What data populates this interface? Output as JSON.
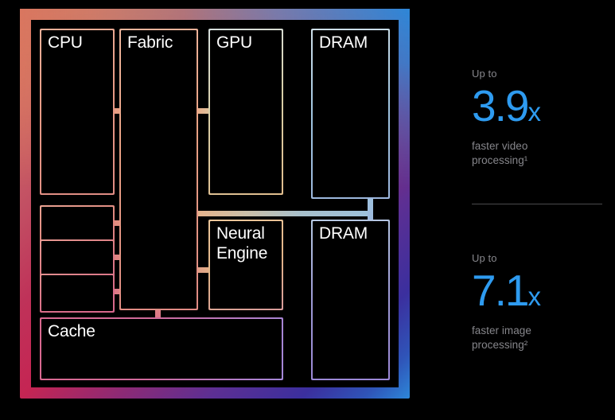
{
  "background_color": "#000000",
  "diagram": {
    "name": "system-on-chip-block-diagram",
    "package_gradient": {
      "top_left": "#d9765f",
      "top_right": "#2d87d8",
      "bottom_left": "#c52553",
      "bottom_right": "#3b2f9e"
    },
    "blocks": [
      {
        "id": "cpu",
        "label": "CPU",
        "border_color": "#e79a85"
      },
      {
        "id": "fabric",
        "label": "Fabric",
        "border_color": "#e9a184"
      },
      {
        "id": "gpu",
        "label": "GPU",
        "border_color": "#d8cfa8"
      },
      {
        "id": "dram-top",
        "label": "DRAM",
        "border_color": "#9fc4e0"
      },
      {
        "id": "cpu-core-1",
        "label": "",
        "border_color": "#e0887f"
      },
      {
        "id": "cpu-core-2",
        "label": "",
        "border_color": "#dd7b84"
      },
      {
        "id": "cpu-core-3",
        "label": "",
        "border_color": "#da6f88"
      },
      {
        "id": "neural-engine",
        "label": "Neural\nEngine",
        "border_color": "#e2b488"
      },
      {
        "id": "dram-bottom",
        "label": "DRAM",
        "border_color": "#9d9ad6"
      },
      {
        "id": "cache",
        "label": "Cache",
        "border_color": "#d9698f"
      }
    ]
  },
  "stats": [
    {
      "id": "video-processing",
      "prefix": "Up to",
      "value": "3.9",
      "suffix": "x",
      "caption": "faster video\nprocessing¹",
      "color": "#2e9bf0"
    },
    {
      "id": "image-processing",
      "prefix": "Up to",
      "value": "7.1",
      "suffix": "x",
      "caption": "faster image\nprocessing²",
      "color": "#2e9bf0"
    }
  ],
  "divider_color": "#4a4a4d",
  "muted_text_color": "#86868b"
}
